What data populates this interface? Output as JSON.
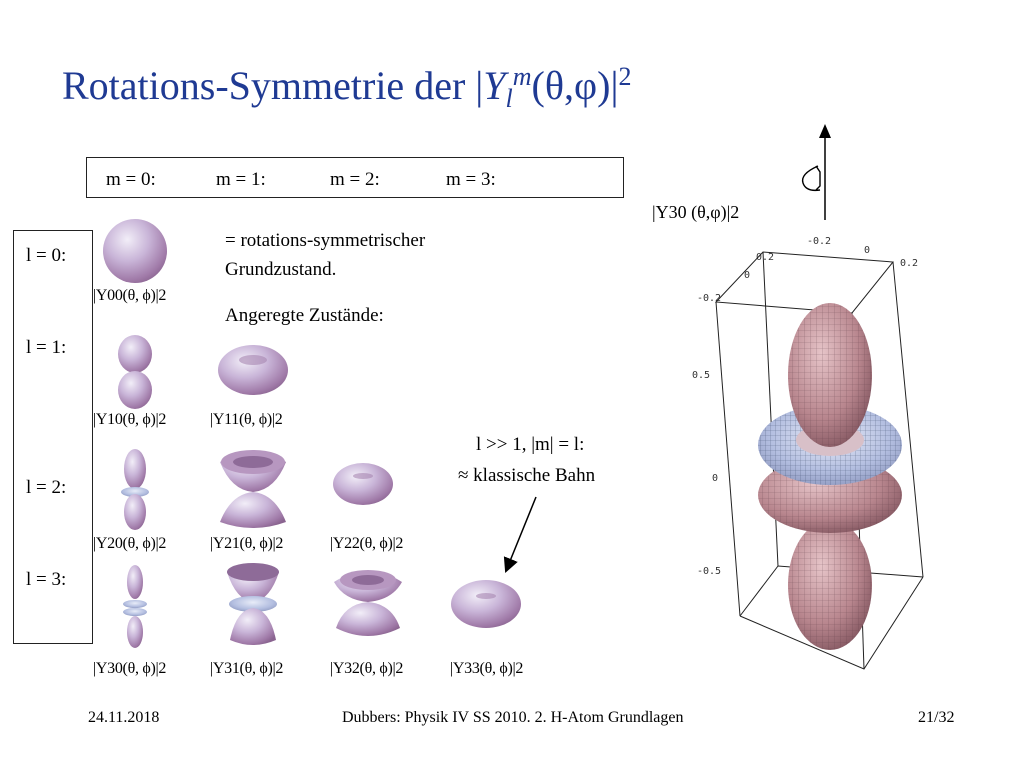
{
  "title": {
    "main": "Rotations-Symmetrie der ",
    "bar": "|",
    "Y": "Y",
    "l": "l",
    "m": "m",
    "args": "(θ,φ)",
    "close": "|",
    "pow": "2"
  },
  "m_labels": [
    "m = 0:",
    "m = 1:",
    "m = 2:",
    "m = 3:"
  ],
  "l_labels": [
    "l = 0:",
    "l = 1:",
    "l = 2:",
    "l = 3:"
  ],
  "text": {
    "rot_line1": "= rotations-symmetrischer",
    "rot_line2": "Grundzustand.",
    "excited": "Angeregte Zustände:",
    "classic_line1": "l >> 1, |m| = l:",
    "classic_line2": "≈ klassische Bahn"
  },
  "big_label": "|Y30 (θ,φ)|2",
  "ylm_labels": {
    "y00": "|Y00(θ, ϕ)|2",
    "y10": "|Y10(θ, ϕ)|2",
    "y11": "|Y11(θ, ϕ)|2",
    "y20": "|Y20(θ, ϕ)|2",
    "y21": "|Y21(θ, ϕ)|2",
    "y22": "|Y22(θ, ϕ)|2",
    "y30": "|Y30(θ, ϕ)|2",
    "y31": "|Y31(θ, ϕ)|2",
    "y32": "|Y32(θ, ϕ)|2",
    "y33": "|Y33(θ, ϕ)|2"
  },
  "axis_ticks": {
    "top_a": "-0.2",
    "top_b": "0",
    "top_c": "0.2",
    "left_a": "0.2",
    "left_b": "0",
    "left_c": "-0.2",
    "z_a": "0.5",
    "z_b": "0",
    "z_c": "-0.5"
  },
  "footer": {
    "date": "24.11.2018",
    "center": "Dubbers: Physik IV SS 2010. 2. H-Atom Grundlagen",
    "page": "21/32"
  },
  "colors": {
    "title": "#1f3a93",
    "shape_light": "#e9e2f4",
    "shape_mid": "#c4a3c8",
    "shape_dark": "#8f6f9c"
  }
}
